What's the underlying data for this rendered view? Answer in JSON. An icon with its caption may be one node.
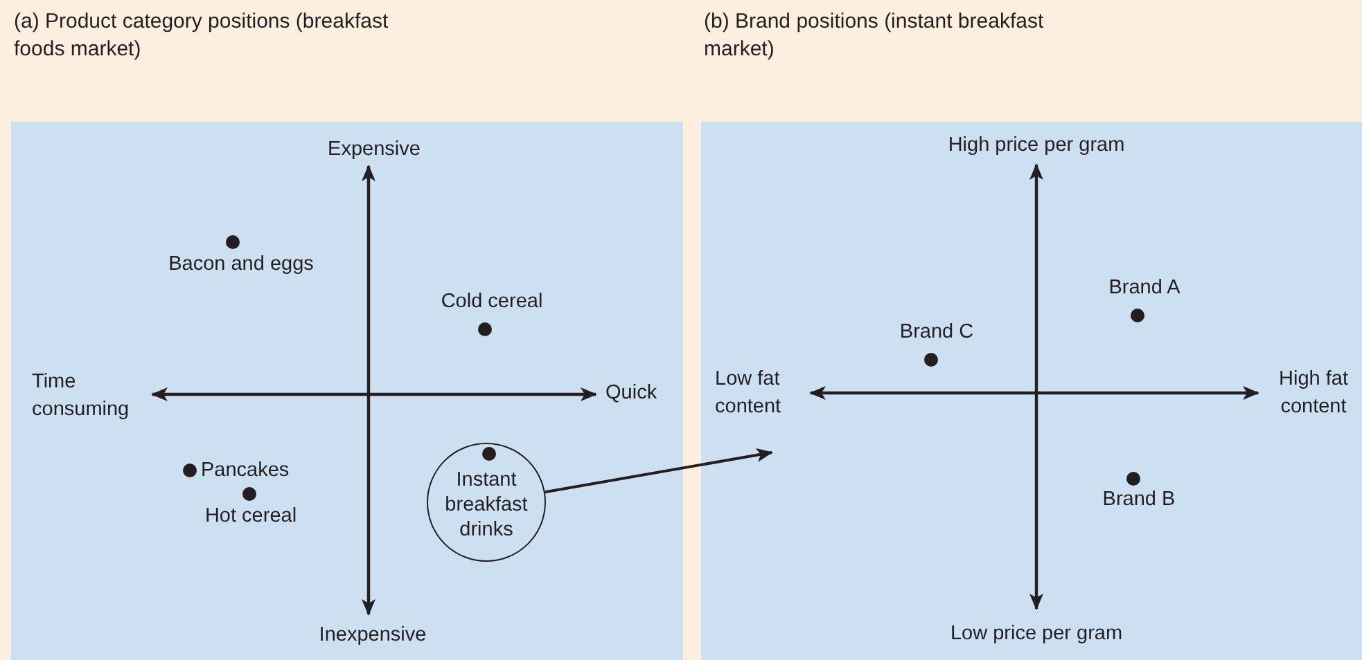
{
  "diagram": {
    "nodes": [
      {
        "text": [
          "(a) Product category positions (breakfast foods market)"
        ]
      },
      {
        "text": [
          "(b) Brand positions (instant breakfast market)"
        ]
      },
      {
        "text": [
          "Instant breakfast drinks"
        ],
        "in": 0
      }
    ],
    "edges": [
      {
        "from": 2,
        "to": 1,
        "arrow": "to"
      }
    ],
    "labels": [
      "Expensive",
      "Bacon and eggs",
      "Cold cereal",
      "Time consuming",
      "Quick",
      "Pancakes",
      "Hot cereal",
      "Inexpensive",
      "High price per gram",
      "Brand A",
      "Brand C",
      "Low fat content",
      "High fat content",
      "Brand B",
      "Low price per gram"
    ]
  }
}
